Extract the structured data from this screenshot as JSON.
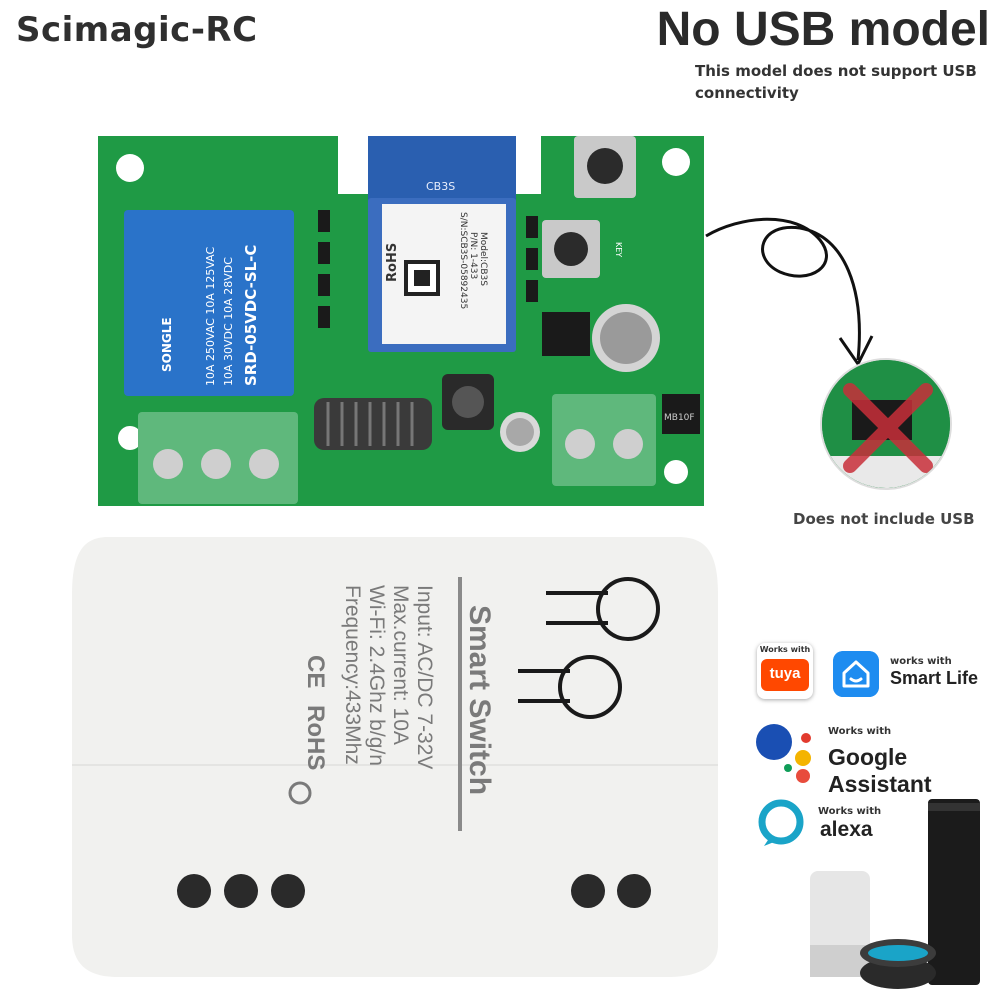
{
  "header": {
    "brand": "Scimagic-RC",
    "headline": "No USB model",
    "subline": "This model does not support USB connectivity"
  },
  "usb_callout": {
    "caption": "Does not include USB"
  },
  "pcb": {
    "module_label": "CB3S",
    "module_text": [
      "Model:CB3S",
      "P/N: 1-433",
      "S/N:SCB3S-05892435"
    ],
    "module_marks": "RoHS",
    "relay_brand": "SONGLE",
    "relay_text": [
      "10A 250VAC 10A 125VAC",
      "10A 30VDC 10A 28VDC",
      "SRD-05VDC-SL-C"
    ],
    "key_label": "KEY",
    "chip_label": "MB10F"
  },
  "housing": {
    "title": "Smart Switch",
    "specs": [
      "Input: AC/DC 7-32V",
      "Max.current: 10A",
      "Wi-Fi: 2.4Ghz b/g/n",
      "Frequency:433Mhz"
    ],
    "marks": [
      "CE",
      "RoHS"
    ]
  },
  "badges": {
    "tuya": {
      "works": "Works with",
      "name": "tuya"
    },
    "smart_life": {
      "works": "works with",
      "name": "Smart Life"
    },
    "google": {
      "works": "Works with",
      "name": "Google Assistant"
    },
    "alexa": {
      "works": "Works with",
      "name": "alexa"
    }
  },
  "colors": {
    "pcb_green": "#1f9a45",
    "relay_blue": "#2a73c9",
    "terminal_green": "#5fb87c",
    "housing": "#f1f1ef",
    "tuya": "#ff4800",
    "smart_life": "#1e8cf0",
    "alexa_ring": "#1aa4c8",
    "cross": "#c8303a"
  },
  "icons": [
    "arrow-icon",
    "cross-icon",
    "smart-life-house-icon",
    "google-dots-icon",
    "alexa-ring-icon",
    "echo-speaker-icon",
    "recycle-icon"
  ]
}
